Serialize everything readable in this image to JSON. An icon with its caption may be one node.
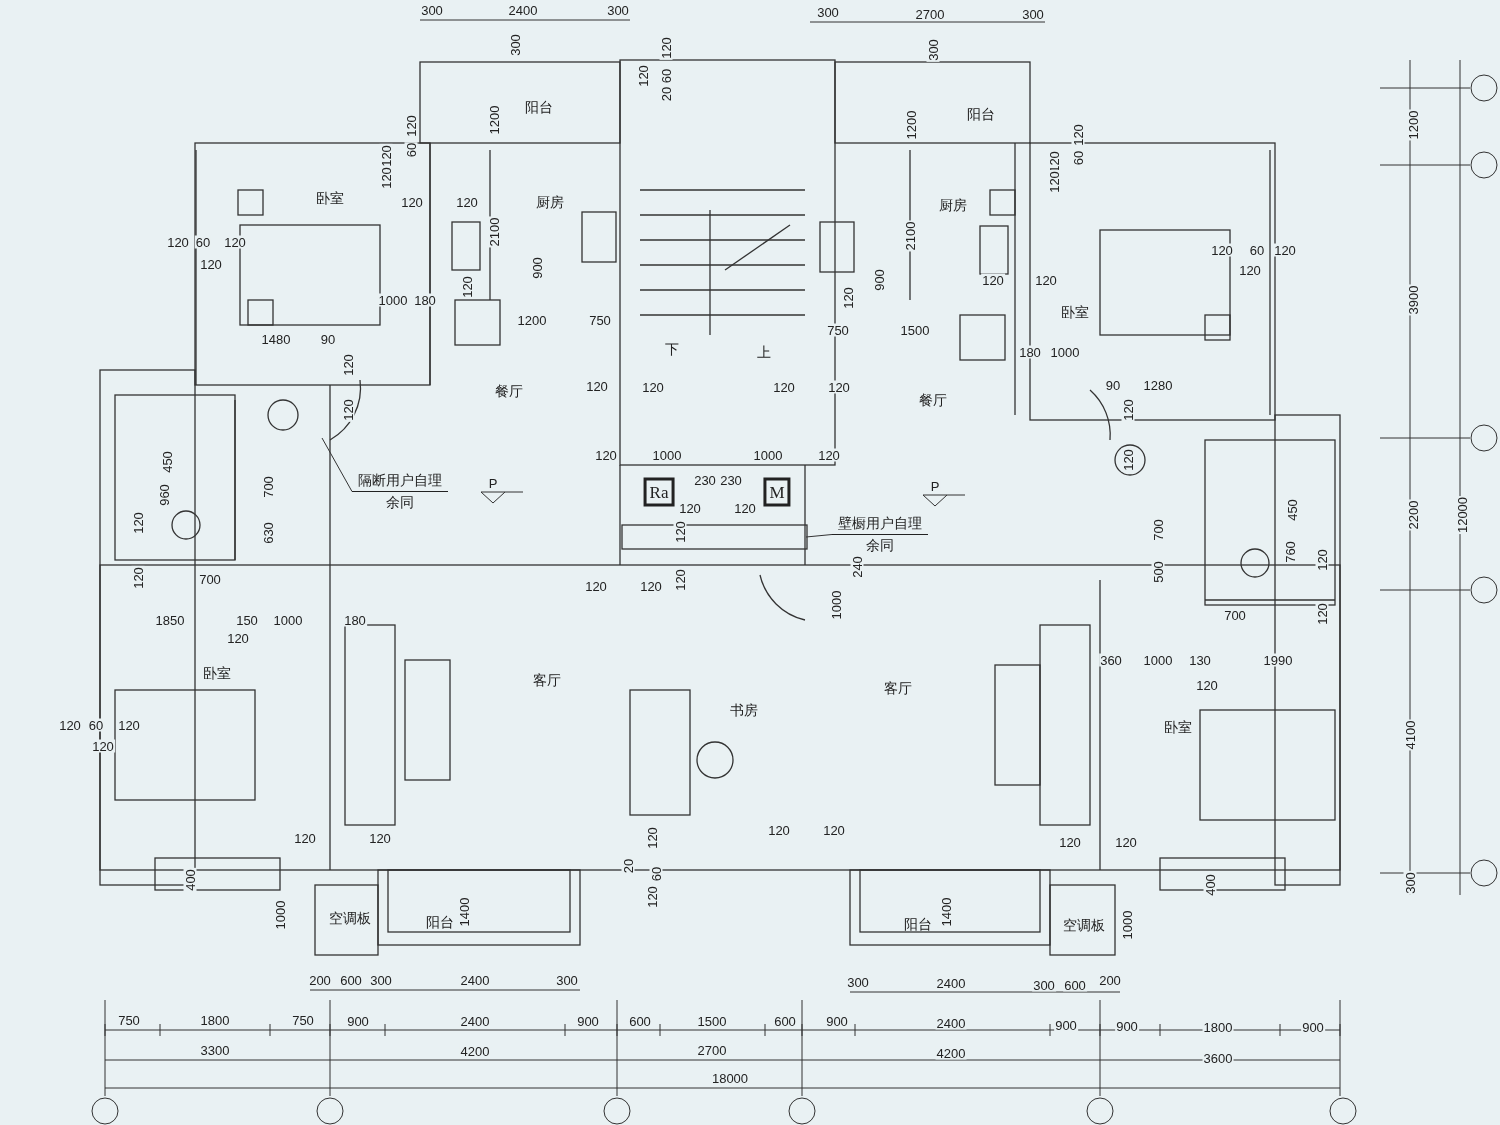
{
  "diagram": {
    "nodes": [
      {
        "text": [
          "隔断用户自理",
          "余同"
        ]
      },
      {
        "text": [
          "壁橱用户自理",
          "余同"
        ]
      }
    ],
    "edges": [
      {
        "from": 0,
        "to": null,
        "arrow": "none"
      },
      {
        "from": 1,
        "to": null,
        "arrow": "none"
      }
    ],
    "labels": [
      "300",
      "2400",
      "300",
      "300",
      "2700",
      "300",
      "300",
      "120",
      "300",
      "120",
      "60",
      "20",
      "120",
      "1200",
      "阳台",
      "1200",
      "阳台",
      "120",
      "1200",
      "120",
      "60",
      "120",
      "60",
      "120",
      "120",
      "卧室",
      "120",
      "120",
      "厨房",
      "厨房",
      "120",
      "60",
      "120",
      "2100",
      "2100",
      "120",
      "60",
      "120",
      "120",
      "900",
      "120",
      "120",
      "900",
      "120",
      "120",
      "120",
      "1000",
      "180",
      "3900",
      "卧室",
      "1200",
      "750",
      "750",
      "1500",
      "1480",
      "90",
      "下",
      "上",
      "180",
      "1000",
      "120",
      "90",
      "1280",
      "餐厅",
      "120",
      "120",
      "120",
      "120",
      "餐厅",
      "120",
      "120",
      "450",
      "120",
      "1000",
      "1000",
      "120",
      "120",
      "700",
      "P",
      "Ra",
      "230",
      "230",
      "M",
      "P",
      "960",
      "120",
      "120",
      "120",
      "630",
      "120",
      "700",
      "450",
      "2200",
      "12000",
      "120",
      "700",
      "120",
      "120",
      "120",
      "240",
      "500",
      "760",
      "120",
      "1850",
      "150",
      "1000",
      "180",
      "1000",
      "700",
      "120",
      "120",
      "360",
      "1000",
      "130",
      "1990",
      "卧室",
      "客厅",
      "书房",
      "客厅",
      "120",
      "120",
      "60",
      "120",
      "卧室",
      "4100",
      "120",
      "120",
      "120",
      "120",
      "120",
      "120",
      "120",
      "120",
      "400",
      "20",
      "60",
      "400",
      "300",
      "120",
      "1000",
      "空调板",
      "阳台",
      "1400",
      "阳台",
      "1400",
      "空调板",
      "1000",
      "200",
      "600",
      "300",
      "2400",
      "300",
      "300",
      "2400",
      "300",
      "600",
      "200",
      "750",
      "1800",
      "750",
      "900",
      "2400",
      "900",
      "600",
      "1500",
      "600",
      "900",
      "2400",
      "900",
      "900",
      "1800",
      "900",
      "3300",
      "4200",
      "2700",
      "4200",
      "3600",
      "18000"
    ]
  }
}
